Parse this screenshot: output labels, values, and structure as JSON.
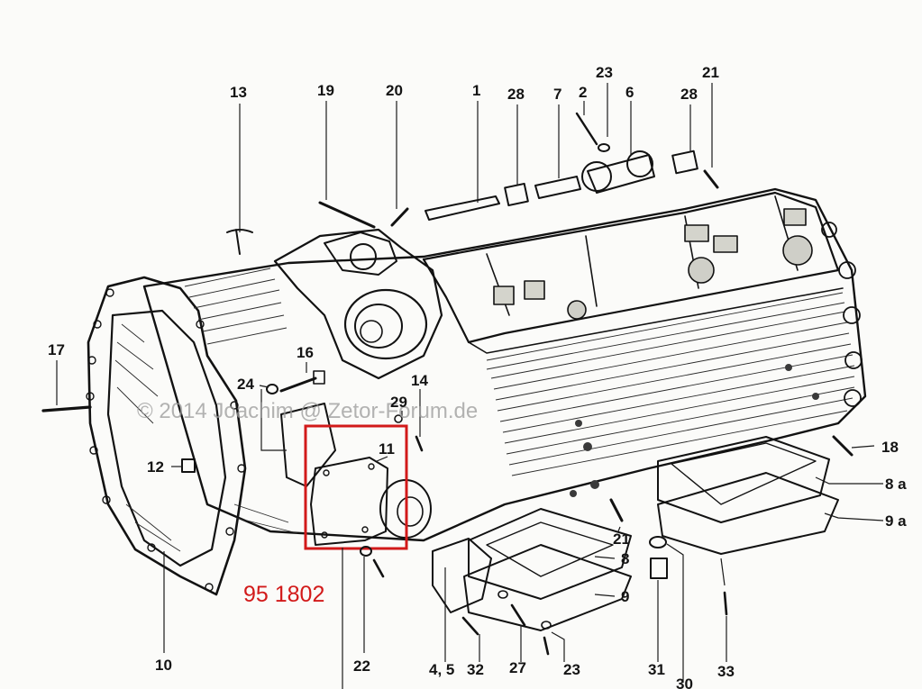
{
  "watermark": "© 2014 Joachim @ Zetor-Forum.de",
  "highlight": {
    "label": "95 1802",
    "color": "#d21a1a"
  },
  "callouts": {
    "c13": "13",
    "c19": "19",
    "c20": "20",
    "c1": "1",
    "c28a": "28",
    "c7": "7",
    "c2": "2",
    "c23a": "23",
    "c6": "6",
    "c28b": "28",
    "c21a": "21",
    "c17": "17",
    "c16": "16",
    "c24": "24",
    "c14": "14",
    "c29": "29",
    "c11": "11",
    "c12": "12",
    "c18": "18",
    "c8a": "8 a",
    "c9a": "9 a",
    "c21b": "21",
    "c8": "8",
    "c9": "9",
    "c10": "10",
    "c22": "22",
    "c45": "4, 5",
    "c32": "32",
    "c27": "27",
    "c23b": "23",
    "c31": "31",
    "c30": "30",
    "c33": "33"
  }
}
